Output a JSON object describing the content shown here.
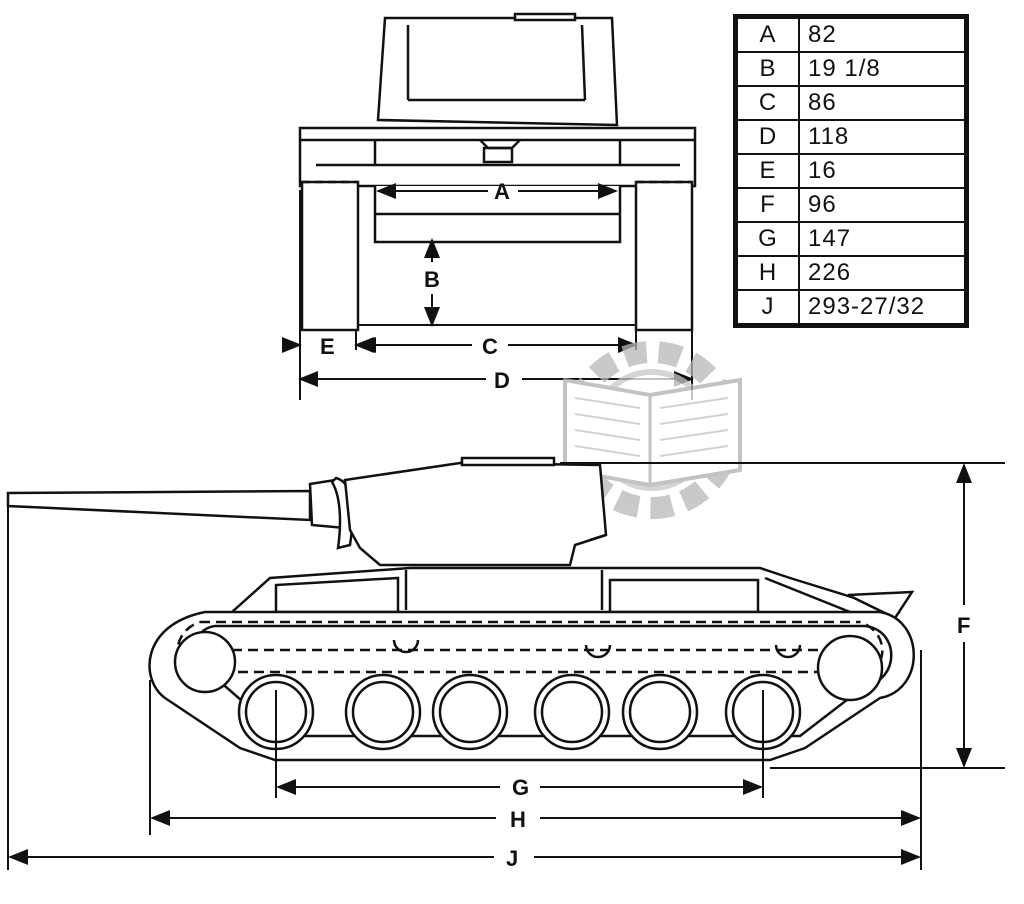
{
  "dimension_table": [
    {
      "key": "A",
      "value": "82"
    },
    {
      "key": "B",
      "value": "19 1/8"
    },
    {
      "key": "C",
      "value": "86"
    },
    {
      "key": "D",
      "value": "118"
    },
    {
      "key": "E",
      "value": "16"
    },
    {
      "key": "F",
      "value": "96"
    },
    {
      "key": "G",
      "value": "147"
    },
    {
      "key": "H",
      "value": "226"
    },
    {
      "key": "J",
      "value": "293-27/32"
    }
  ],
  "labels": {
    "A": "A",
    "B": "B",
    "C": "C",
    "D": "D",
    "E": "E",
    "F": "F",
    "G": "G",
    "H": "H",
    "J": "J"
  },
  "colors": {
    "ink": "#111111",
    "watermark": "#b8b8b8",
    "paper": "#ffffff"
  }
}
